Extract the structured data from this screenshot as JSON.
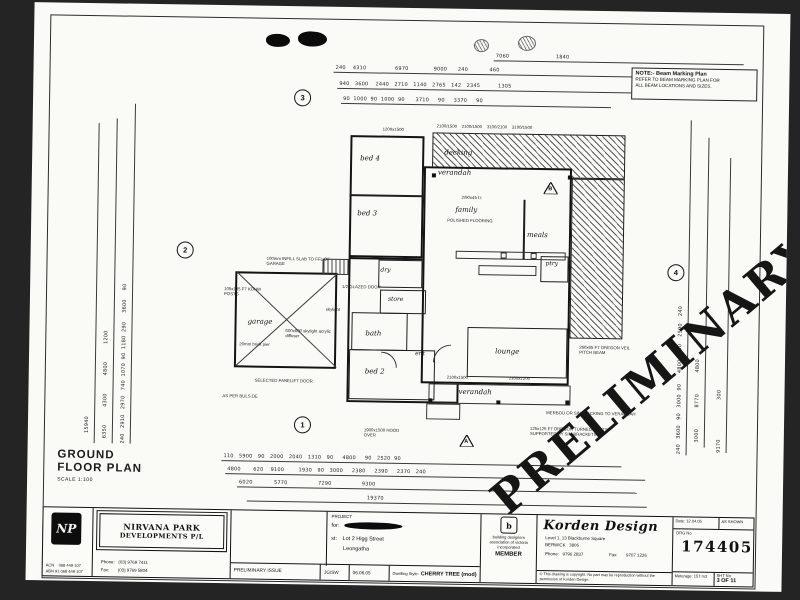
{
  "note": {
    "title": "NOTE:- Beam Marking Plan",
    "body1": "REFER TO BEAM MARKING PLAN FOR",
    "body2": "ALL BEAM LOCATIONS AND SIZES."
  },
  "plan_title": {
    "line1": "GROUND",
    "line2": "FLOOR PLAN",
    "scale": "SCALE 1:100"
  },
  "watermark": "PRELIMINARY",
  "grid": {
    "b1": "1",
    "b2": "2",
    "b3": "3",
    "b4": "4",
    "ta": "A",
    "tb": "B"
  },
  "rooms": {
    "decking": "decking",
    "verandah_top": "verandah",
    "family": "family",
    "flooring": "POLISHED FLOORING",
    "meals": "meals",
    "ptry": "ptry",
    "lounge": "lounge",
    "bed4": "bed 4",
    "bed3": "bed 3",
    "bed2": "bed 2",
    "bath": "bath",
    "dry": "dry",
    "store": "store",
    "ent": "ent",
    "garage": "garage",
    "verandah_bottom": "verandah"
  },
  "annotations": {
    "windows_top": "2100/1500    2100/1500    3100/2100    3100/1500",
    "beam": "2/90x45 f.t",
    "window_bed4": "1200x1500",
    "glazed_door": "1/2 GLAZED DOOR",
    "infill": "100mm INFILL SLAB TO FFL OF GARAGE",
    "posts_kdhw": "105x105 F7 KDHW POSTS",
    "brick_pier": "20mm brick pier",
    "skylight_diff": "600x600 skylight acrylic diffuser",
    "skylight": "skylight",
    "panelift": "SELECTED PANELIFT DOOR",
    "as_per": "AS PER BULS.DE",
    "hood": "1900x1500 HOOD OVER",
    "oregon_posts": "125x125 F7 OREGON TURNED POSTS SUPPORTED BY SIM BRACKETS",
    "merbou": "MERBOU OR SIM. DECKING TO VERANDAH",
    "pitch_beam": "260x65 F7 OREGON VEIL PITCH BEAM",
    "win_b1": "2100x1500",
    "win_b2": "2100x1200"
  },
  "dims": {
    "top1": "7060                          1840",
    "top2": "240    4310                6970              9000      240            460",
    "top3": "940   3600    2440   2710   1140   2765   142   2345          1305",
    "top4": "90  1000  90  1000  90      3710     90     3370     90",
    "left_a": "15940",
    "left_b": "6350          4300          4800          1200",
    "left_c": "240   2910   2970   740  1070  90  1180  290     3600     90",
    "right_a": "240   3600   90   3000  90      4800     90    2590    240",
    "right_b": "3000            8770            4800",
    "right_c": "9170                      300",
    "bottom1": "110   5900   90   2000   2040   1310   90     4800     90   2520  90",
    "bottom2": "4800       620    9100        1930   90   3000     2380     2390     2370   240",
    "bottom3": "6020            5770                 7290                 9300",
    "bottom4": "19370"
  },
  "titleblock": {
    "np_logo": "NP",
    "acn_line1": "ACN    068 449 107",
    "acn_line2": "ABN 91 068 449 107",
    "company1": "NIRVANA PARK",
    "company2": "DEVELOPMENTS P/L",
    "phone_line": "Phone:   (03) 9769 7411",
    "fax_line": "Fax:       (03) 9769 5804",
    "issue": "PRELIMINARY ISSUE",
    "initials": "JG/SW",
    "issue_date": "06.06.05",
    "dwelling_label": "Dwelling Style:",
    "dwelling": "CHERRY TREE (mod)",
    "project_label": "PROJECT",
    "for_label": "for:",
    "st_label": "st:",
    "street": "Lot 2 Higg Street",
    "suburb": "Leongatha",
    "bdav_logo": "b",
    "bdav_line1": "building designers",
    "bdav_line2": "association of victoria",
    "bdav_line3": "incorporated",
    "member": "MEMBER",
    "studio": "Korden Design",
    "addr1": "Level 1, 13 Blackburne Square",
    "addr2": "BERWICK   3806",
    "k_phone": "Phone:   9796 2837",
    "k_fax": "Fax:       9707 1226",
    "copyright": "© This drawing is copyright. No part may be reproduction without the permission of Korden Design.",
    "date_label": "Date:",
    "date": "12.04.05",
    "scale_note": "AS SHOWN",
    "drg_label": "DRG No.",
    "drg_no": "174405",
    "areas_label": "Meterage:",
    "areas": "157 m3",
    "sht_label": "SHT No",
    "sheet": "3 OF 11"
  }
}
